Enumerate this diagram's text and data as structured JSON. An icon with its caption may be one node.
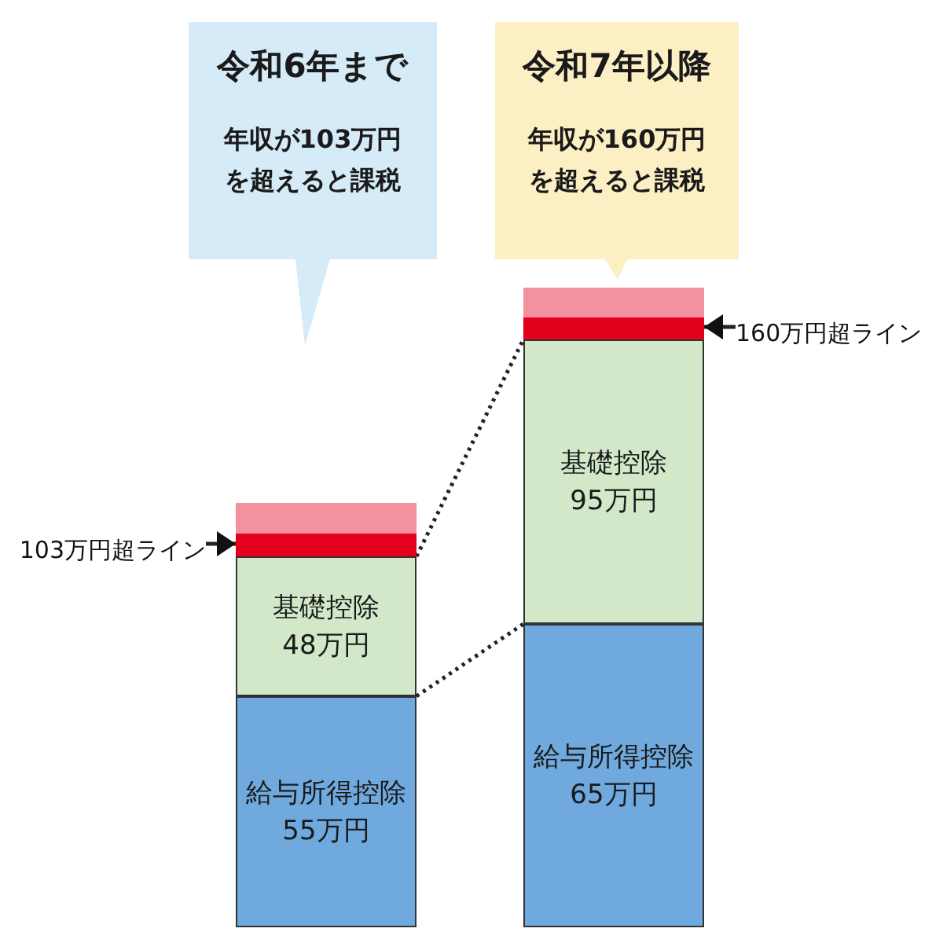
{
  "diagram": {
    "nodes": [
      {
        "text": [
          "令和6年まで",
          "年収が103万円を超えると課税"
        ]
      },
      {
        "text": [
          "令和7年以降",
          "年収が160万円を超えると課税"
        ]
      },
      {
        "text": [],
        "shape": "bar"
      },
      {
        "text": [
          "基礎控除",
          "48万円"
        ]
      },
      {
        "text": [
          "給与所得控除",
          "55万円"
        ]
      },
      {
        "text": [],
        "shape": "bar"
      },
      {
        "text": [
          "基礎控除",
          "95万円"
        ]
      },
      {
        "text": [
          "給与所得控除",
          "65万円"
        ]
      },
      {
        "text": [
          "160万円超ライン"
        ]
      },
      {
        "text": [
          "103万円超ライン"
        ]
      }
    ],
    "edges": [
      {
        "from": 3,
        "to": 6,
        "arrow": "none",
        "style": "dashed"
      },
      {
        "from": 4,
        "to": 7,
        "arrow": "none",
        "style": "dashed"
      },
      {
        "from": 8,
        "to": 5,
        "arrow": "to"
      },
      {
        "from": 9,
        "to": 2,
        "arrow": "to"
      }
    ]
  }
}
